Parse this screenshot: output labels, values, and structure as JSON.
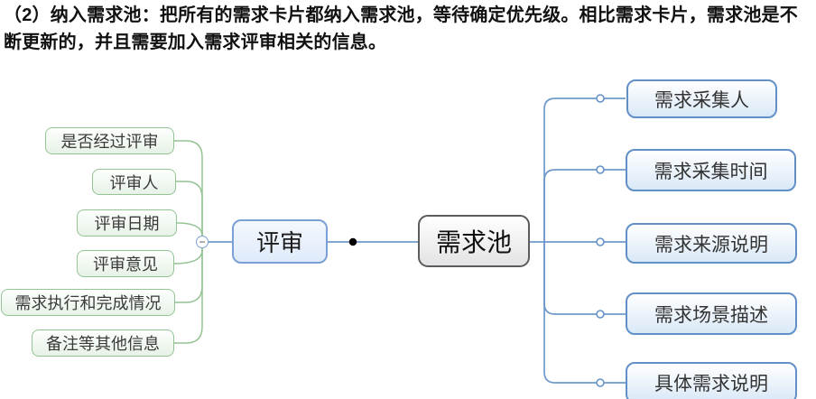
{
  "paragraph": {
    "text": "（2）纳入需求池：把所有的需求卡片都纳入需求池，等待确定优先级。相比需求卡片，需求池是不断更新的，并且需要加入需求评审相关的信息。"
  },
  "mindmap": {
    "root": {
      "label": "需求池"
    },
    "review_branch": {
      "label": "评审"
    },
    "left_nodes": [
      {
        "label": "是否经过评审"
      },
      {
        "label": "评审人"
      },
      {
        "label": "评审日期"
      },
      {
        "label": "评审意见"
      },
      {
        "label": "需求执行和完成情况"
      },
      {
        "label": "备注等其他信息"
      }
    ],
    "right_nodes": [
      {
        "label": "需求采集人"
      },
      {
        "label": "需求采集时间"
      },
      {
        "label": "需求来源说明"
      },
      {
        "label": "需求场景描述"
      },
      {
        "label": "具体需求说明"
      }
    ],
    "collapse_icon": {
      "glyph": "−"
    },
    "colors": {
      "left_connector": "#94c494",
      "left_node_border": "#94c494",
      "left_node_fill": "#e7f2e7",
      "right_connector": "#6f99cc",
      "right_node_border": "#6290c6",
      "right_node_fill": "#d9e8f7",
      "review_node_border": "#7ba0d6",
      "review_node_fill": "#dfeafa",
      "root_node_border": "#5c5c5c",
      "root_node_fill": "#e3e3e5",
      "junction_dot": "#000000",
      "text": "#111111"
    }
  }
}
